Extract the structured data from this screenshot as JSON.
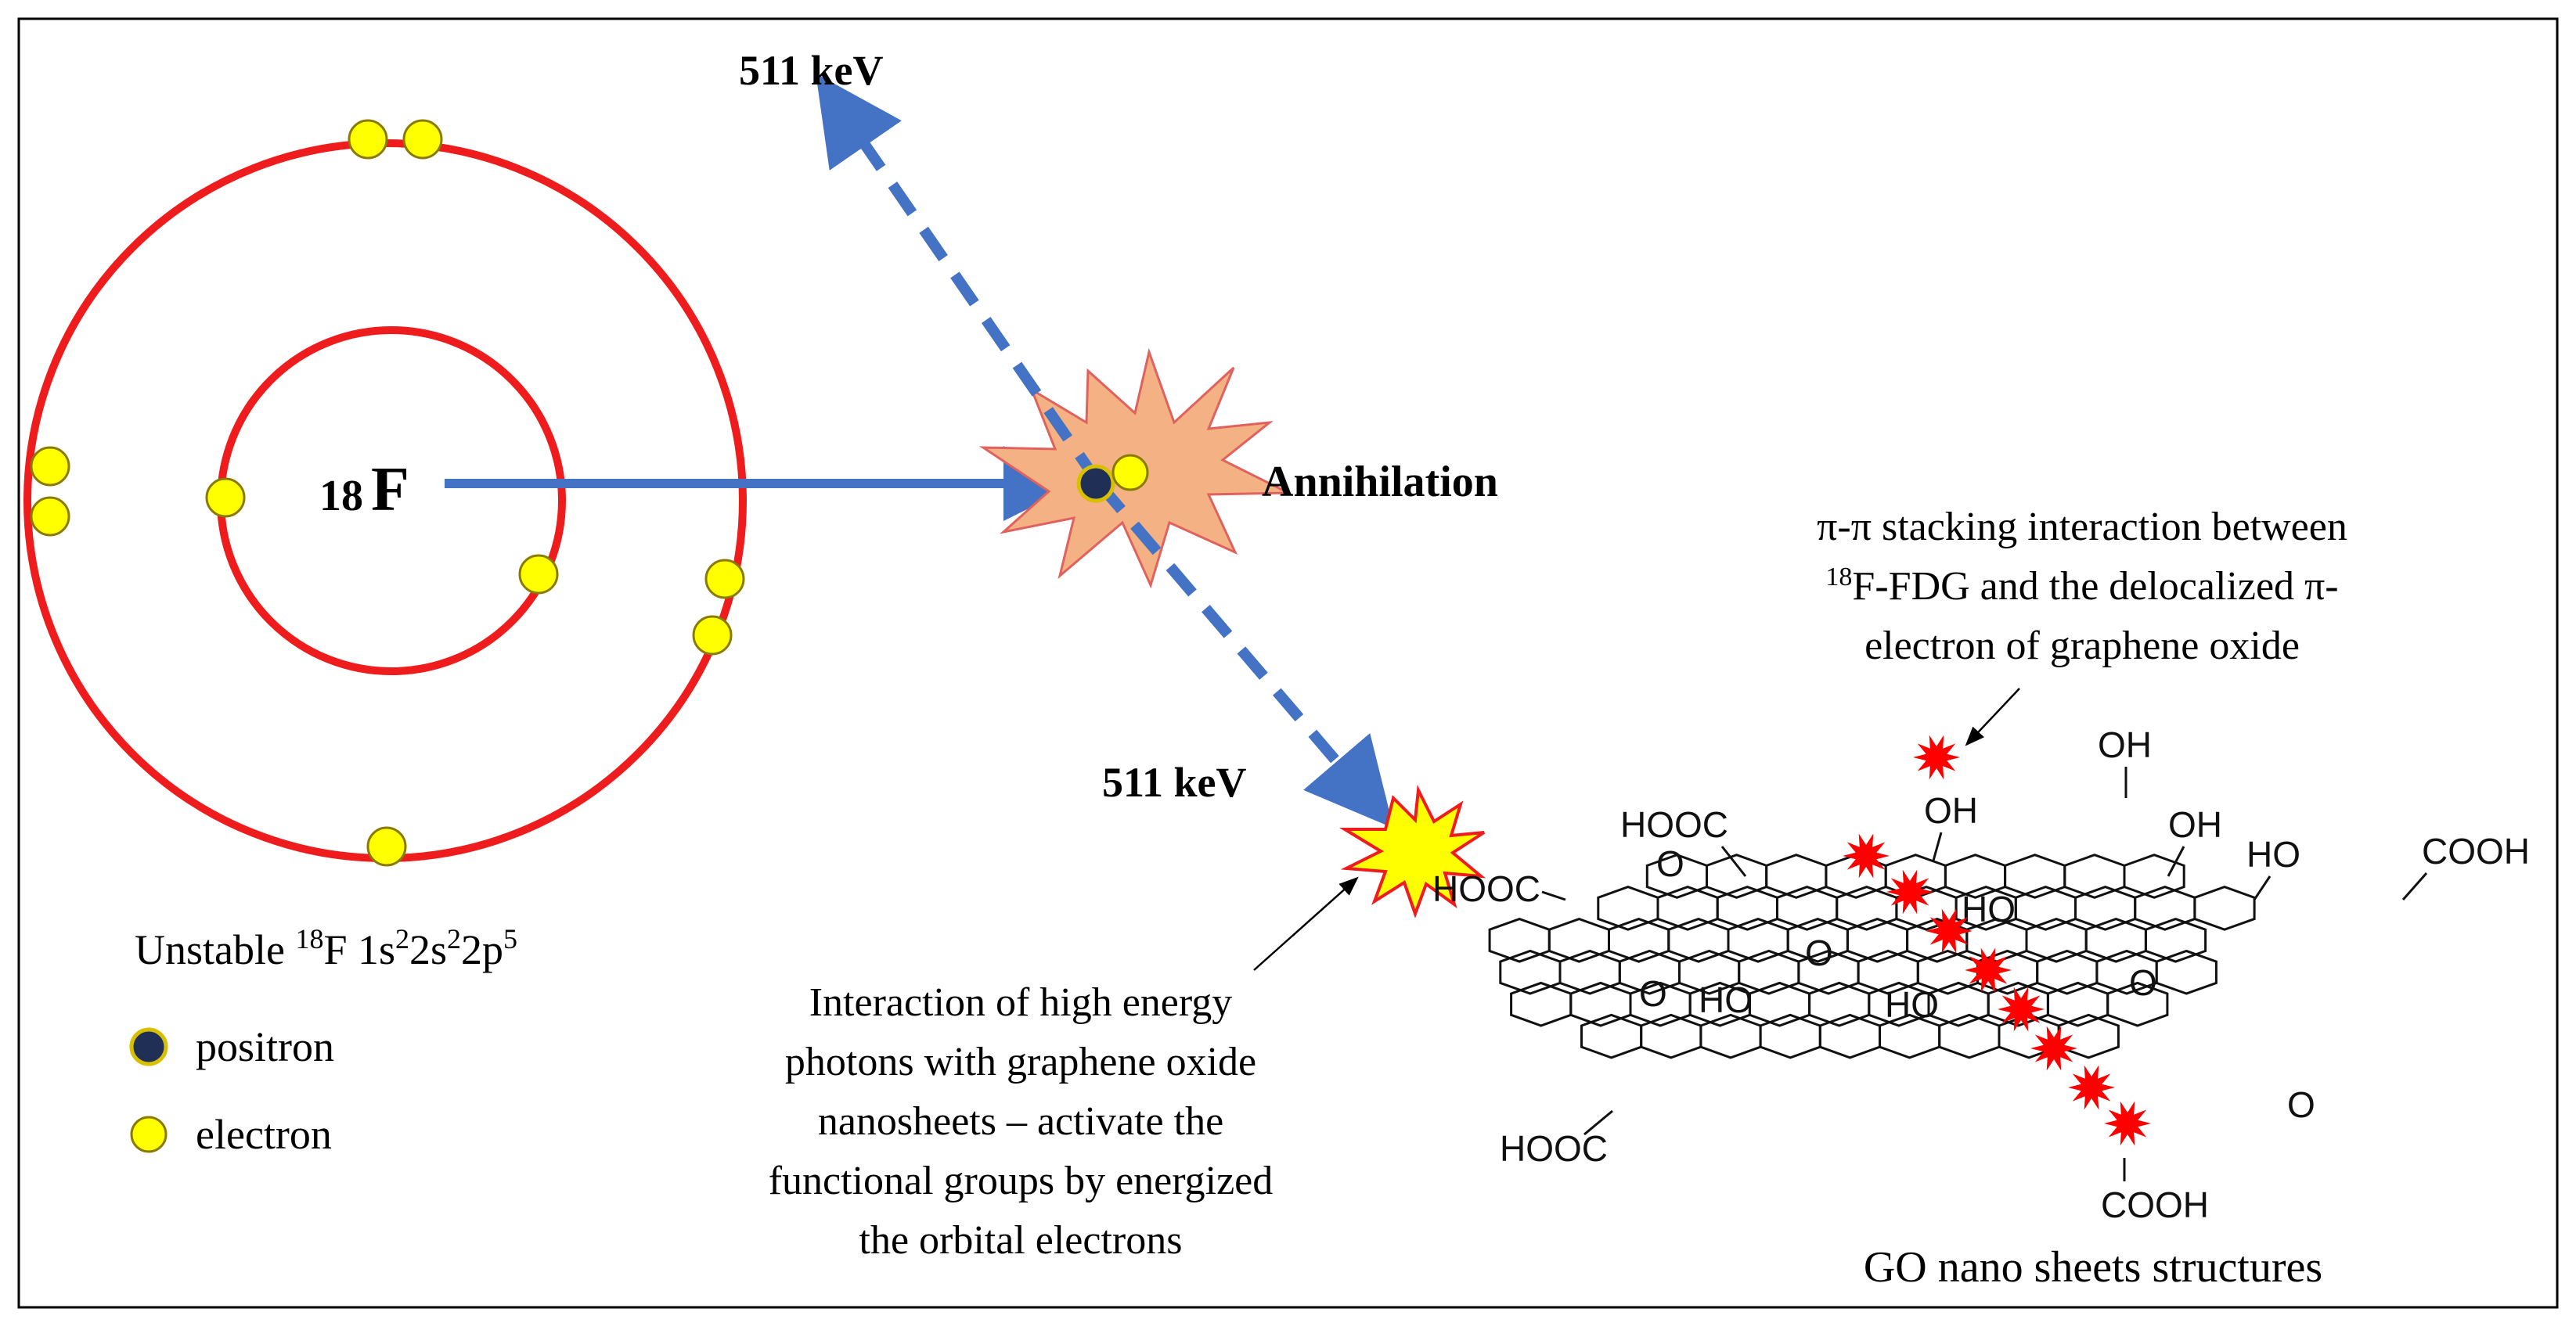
{
  "atom": {
    "symbol_mass": "18",
    "symbol": "F"
  },
  "energy_top": "511 keV",
  "energy_bottom": "511 keV",
  "annihilation_label": "Annihilation",
  "config": {
    "prefix": "Unstable ",
    "mass": "18",
    "element": "F 1s",
    "e1": "2",
    "s2": "2s",
    "e2": "2",
    "p": "2p",
    "e3": "5"
  },
  "legend": {
    "positron": "positron",
    "electron": "electron"
  },
  "interaction_text": [
    "Interaction of high energy",
    "photons with graphene oxide",
    "nanosheets – activate the",
    "functional groups by energized",
    "the orbital electrons"
  ],
  "stacking": {
    "line1": "π-π stacking interaction between",
    "line2_mass": "18",
    "line2_rest": "F-FDG and the delocalized π-",
    "line3": "electron of graphene oxide"
  },
  "go_caption": "GO nano sheets structures",
  "go_groups": {
    "oh_top": "OH",
    "oh_2": "OH",
    "oh_3": "OH",
    "hooc_top": "HOOC",
    "hooc_left": "HOOC",
    "ho_right": "HO",
    "cooh_right": "COOH",
    "ho_mid": "HO",
    "ho_a": "HO",
    "ho_b": "HO",
    "o_1": "O",
    "o_2": "O",
    "o_3": "O",
    "o_4": "O",
    "o_5": "O",
    "hooc_bottom": "HOOC",
    "cooh_bottom": "COOH"
  },
  "colors": {
    "orbit": "#ee1c1c",
    "electron": "#ffff00",
    "positron": "#1f2f55",
    "arrow": "#4472c4",
    "burst": "#f4b183",
    "photon_burst": "#ffff00",
    "star": "#ff0000"
  }
}
